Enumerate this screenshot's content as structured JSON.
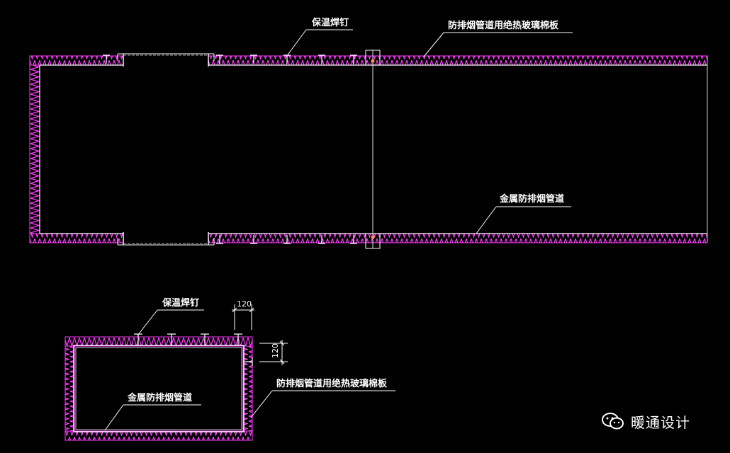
{
  "labels": {
    "top_nail": "保温焊钉",
    "top_board": "防排烟管道用绝热玻璃棉板",
    "top_duct": "金属防排烟管道",
    "sec_nail": "保温焊钉",
    "sec_board": "防排烟管道用绝热玻璃棉板",
    "sec_duct": "金属防排烟管道"
  },
  "dimensions": {
    "pin_spacing": "120",
    "edge_spacing": "120"
  },
  "watermark": {
    "text": "暖通设计"
  },
  "colors": {
    "background": "#000000",
    "insulation": "#ff3cff",
    "duct_line": "#ffffff",
    "leader": "#ffffff"
  }
}
